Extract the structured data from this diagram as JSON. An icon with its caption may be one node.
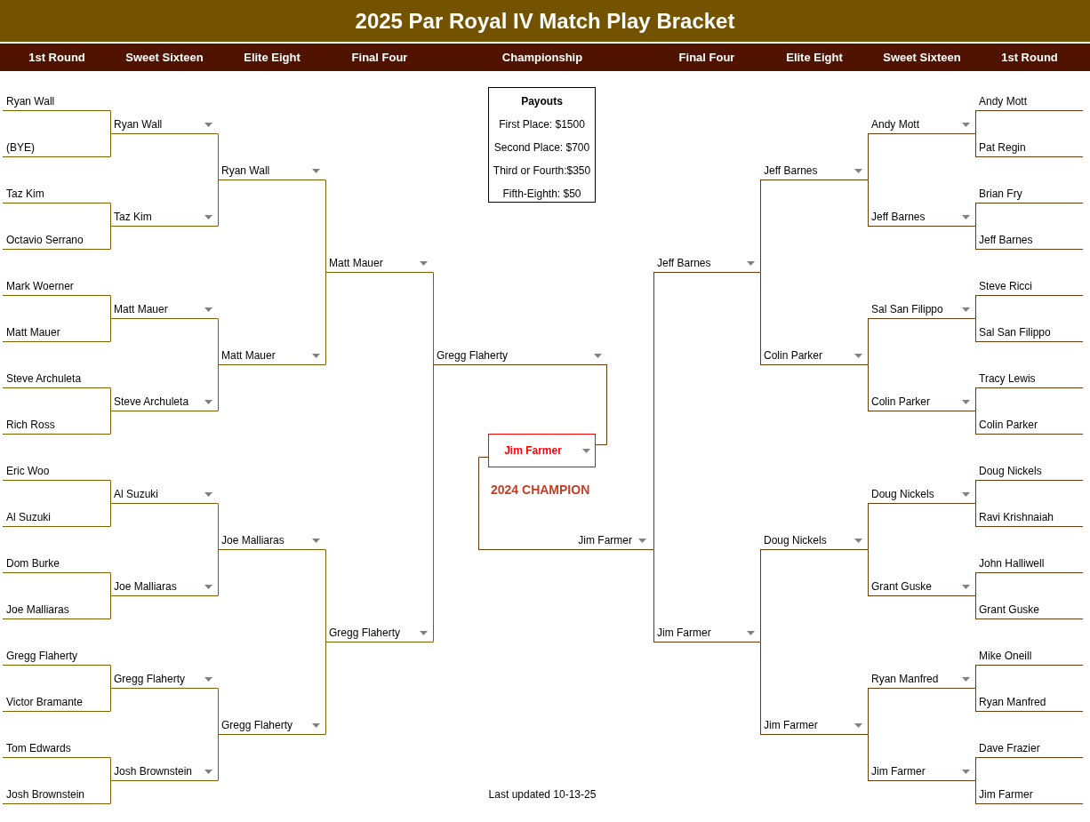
{
  "diagram": {
    "title": "2025 Par Royal IV Match Play Bracket",
    "nodes": [
      {
        "text": [
          "Ryan Wall"
        ]
      },
      {
        "text": [
          "(BYE)"
        ]
      },
      {
        "text": [
          "Taz Kim"
        ]
      },
      {
        "text": [
          "Octavio Serrano"
        ]
      },
      {
        "text": [
          "Mark Woerner"
        ]
      },
      {
        "text": [
          "Matt Mauer"
        ]
      },
      {
        "text": [
          "Steve Archuleta"
        ]
      },
      {
        "text": [
          "Rich Ross"
        ]
      },
      {
        "text": [
          "Eric Woo"
        ]
      },
      {
        "text": [
          "Al Suzuki"
        ]
      },
      {
        "text": [
          "Dom Burke"
        ]
      },
      {
        "text": [
          "Joe Malliaras"
        ]
      },
      {
        "text": [
          "Gregg Flaherty"
        ]
      },
      {
        "text": [
          "Victor Bramante"
        ]
      },
      {
        "text": [
          "Tom Edwards"
        ]
      },
      {
        "text": [
          "Josh Brownstein"
        ]
      },
      {
        "text": [
          "Ryan Wall"
        ]
      },
      {
        "text": [
          "Taz Kim"
        ]
      },
      {
        "text": [
          "Matt Mauer"
        ]
      },
      {
        "text": [
          "Steve Archuleta"
        ]
      },
      {
        "text": [
          "Al Suzuki"
        ]
      },
      {
        "text": [
          "Joe Malliaras"
        ]
      },
      {
        "text": [
          "Gregg Flaherty"
        ]
      },
      {
        "text": [
          "Josh Brownstein"
        ]
      },
      {
        "text": [
          "Ryan Wall"
        ]
      },
      {
        "text": [
          "Matt Mauer"
        ]
      },
      {
        "text": [
          "Joe Malliaras"
        ]
      },
      {
        "text": [
          "Gregg Flaherty"
        ]
      },
      {
        "text": [
          "Matt Mauer"
        ]
      },
      {
        "text": [
          "Gregg Flaherty"
        ]
      },
      {
        "text": [
          "Gregg Flaherty"
        ]
      },
      {
        "text": [
          "Payouts",
          "First Place: $1500",
          "Second Place: $700",
          "Third or Fourth:$350",
          "Fifth-Eighth: $50"
        ]
      },
      {
        "text": [
          "Jim Farmer"
        ],
        "beside": [
          "2024 CHAMPION"
        ]
      },
      {
        "text": [
          "Jim Farmer"
        ]
      },
      {
        "text": [
          "Jeff Barnes"
        ]
      },
      {
        "text": [
          "Jim Farmer"
        ]
      },
      {
        "text": [
          "Jeff Barnes"
        ]
      },
      {
        "text": [
          "Colin Parker"
        ]
      },
      {
        "text": [
          "Doug Nickels"
        ]
      },
      {
        "text": [
          "Jim Farmer"
        ]
      },
      {
        "text": [
          "Andy Mott"
        ]
      },
      {
        "text": [
          "Jeff Barnes"
        ]
      },
      {
        "text": [
          "Sal San Filippo"
        ]
      },
      {
        "text": [
          "Colin Parker"
        ]
      },
      {
        "text": [
          "Doug Nickels"
        ]
      },
      {
        "text": [
          "Grant Guske"
        ]
      },
      {
        "text": [
          "Ryan Manfred"
        ]
      },
      {
        "text": [
          "Jim Farmer"
        ]
      },
      {
        "text": [
          "Andy Mott"
        ]
      },
      {
        "text": [
          "Pat Regin"
        ]
      },
      {
        "text": [
          "Brian Fry"
        ]
      },
      {
        "text": [
          "Jeff Barnes"
        ]
      },
      {
        "text": [
          "Steve Ricci"
        ]
      },
      {
        "text": [
          "Sal San Filippo"
        ]
      },
      {
        "text": [
          "Tracy Lewis"
        ]
      },
      {
        "text": [
          "Colin Parker"
        ]
      },
      {
        "text": [
          "Doug Nickels"
        ]
      },
      {
        "text": [
          "Ravi Krishnaiah"
        ]
      },
      {
        "text": [
          "John Halliwell"
        ]
      },
      {
        "text": [
          "Grant Guske"
        ]
      },
      {
        "text": [
          "Mike Oneill"
        ]
      },
      {
        "text": [
          "Ryan Manfred"
        ]
      },
      {
        "text": [
          "Dave Frazier"
        ]
      },
      {
        "text": [
          "Jim Farmer"
        ]
      }
    ],
    "edges": [
      {
        "from": 0,
        "to": 16,
        "arrow": "none",
        "color": "#7f5f00"
      },
      {
        "from": 1,
        "to": 16,
        "arrow": "none",
        "color": "#7f5f00"
      },
      {
        "from": 2,
        "to": 17,
        "arrow": "none",
        "color": "#7f5f00"
      },
      {
        "from": 3,
        "to": 17,
        "arrow": "none",
        "color": "#7f5f00"
      },
      {
        "from": 4,
        "to": 18,
        "arrow": "none",
        "color": "#7f5f00"
      },
      {
        "from": 5,
        "to": 18,
        "arrow": "none",
        "color": "#7f5f00"
      },
      {
        "from": 6,
        "to": 19,
        "arrow": "none",
        "color": "#7f5f00"
      },
      {
        "from": 7,
        "to": 19,
        "arrow": "none",
        "color": "#7f5f00"
      },
      {
        "from": 8,
        "to": 20,
        "arrow": "none",
        "color": "#7f5f00"
      },
      {
        "from": 9,
        "to": 20,
        "arrow": "none",
        "color": "#7f5f00"
      },
      {
        "from": 10,
        "to": 21,
        "arrow": "none",
        "color": "#7f5f00"
      },
      {
        "from": 11,
        "to": 21,
        "arrow": "none",
        "color": "#7f5f00"
      },
      {
        "from": 12,
        "to": 22,
        "arrow": "none",
        "color": "#7f5f00"
      },
      {
        "from": 13,
        "to": 22,
        "arrow": "none",
        "color": "#7f5f00"
      },
      {
        "from": 14,
        "to": 23,
        "arrow": "none",
        "color": "#7f5f00"
      },
      {
        "from": 15,
        "to": 23,
        "arrow": "none",
        "color": "#7f5f00"
      },
      {
        "from": 16,
        "to": 24,
        "arrow": "none",
        "color": "#7f5f00"
      },
      {
        "from": 17,
        "to": 24,
        "arrow": "none",
        "color": "#7f5f00"
      },
      {
        "from": 18,
        "to": 25,
        "arrow": "none",
        "color": "#7f5f00"
      },
      {
        "from": 19,
        "to": 25,
        "arrow": "none",
        "color": "#7f5f00"
      },
      {
        "from": 20,
        "to": 26,
        "arrow": "none",
        "color": "#7f5f00"
      },
      {
        "from": 21,
        "to": 26,
        "arrow": "none",
        "color": "#7f5f00"
      },
      {
        "from": 22,
        "to": 27,
        "arrow": "none",
        "color": "#7f5f00"
      },
      {
        "from": 23,
        "to": 27,
        "arrow": "none",
        "color": "#7f5f00"
      },
      {
        "from": 24,
        "to": 28,
        "arrow": "none",
        "color": "#7f5f00"
      },
      {
        "from": 25,
        "to": 28,
        "arrow": "none",
        "color": "#7f5f00"
      },
      {
        "from": 26,
        "to": 29,
        "arrow": "none",
        "color": "#7f5f00"
      },
      {
        "from": 27,
        "to": 29,
        "arrow": "none",
        "color": "#7f5f00"
      },
      {
        "from": 28,
        "to": 30,
        "arrow": "none",
        "color": "#7f5f00"
      },
      {
        "from": 29,
        "to": 30,
        "arrow": "none",
        "color": "#7f5f00"
      },
      {
        "from": 30,
        "to": 32,
        "arrow": "none"
      },
      {
        "from": 33,
        "to": 32,
        "arrow": "none"
      },
      {
        "from": 34,
        "to": 33,
        "arrow": "none"
      },
      {
        "from": 35,
        "to": 33,
        "arrow": "none"
      },
      {
        "from": 36,
        "to": 34,
        "arrow": "none"
      },
      {
        "from": 37,
        "to": 34,
        "arrow": "none"
      },
      {
        "from": 38,
        "to": 35,
        "arrow": "none"
      },
      {
        "from": 39,
        "to": 35,
        "arrow": "none"
      },
      {
        "from": 40,
        "to": 36,
        "arrow": "none"
      },
      {
        "from": 41,
        "to": 36,
        "arrow": "none"
      },
      {
        "from": 42,
        "to": 37,
        "arrow": "none"
      },
      {
        "from": 43,
        "to": 37,
        "arrow": "none"
      },
      {
        "from": 44,
        "to": 38,
        "arrow": "none"
      },
      {
        "from": 45,
        "to": 38,
        "arrow": "none"
      },
      {
        "from": 46,
        "to": 39,
        "arrow": "none"
      },
      {
        "from": 47,
        "to": 39,
        "arrow": "none"
      },
      {
        "from": 48,
        "to": 40,
        "arrow": "none"
      },
      {
        "from": 49,
        "to": 40,
        "arrow": "none"
      },
      {
        "from": 50,
        "to": 41,
        "arrow": "none"
      },
      {
        "from": 51,
        "to": 41,
        "arrow": "none"
      },
      {
        "from": 52,
        "to": 42,
        "arrow": "none"
      },
      {
        "from": 53,
        "to": 42,
        "arrow": "none"
      },
      {
        "from": 54,
        "to": 43,
        "arrow": "none"
      },
      {
        "from": 55,
        "to": 43,
        "arrow": "none"
      },
      {
        "from": 56,
        "to": 44,
        "arrow": "none"
      },
      {
        "from": 57,
        "to": 44,
        "arrow": "none"
      },
      {
        "from": 58,
        "to": 45,
        "arrow": "none"
      },
      {
        "from": 59,
        "to": 45,
        "arrow": "none"
      },
      {
        "from": 60,
        "to": 46,
        "arrow": "none"
      },
      {
        "from": 61,
        "to": 46,
        "arrow": "none"
      },
      {
        "from": 62,
        "to": 47,
        "arrow": "none"
      },
      {
        "from": 63,
        "to": 47,
        "arrow": "none"
      }
    ],
    "labels": [
      "1st Round",
      "Sweet Sixteen",
      "Elite Eight",
      "Final Four",
      "Championship",
      "Final Four",
      "Elite Eight",
      "Sweet Sixteen",
      "1st Round",
      "Last updated 10-13-25"
    ]
  }
}
